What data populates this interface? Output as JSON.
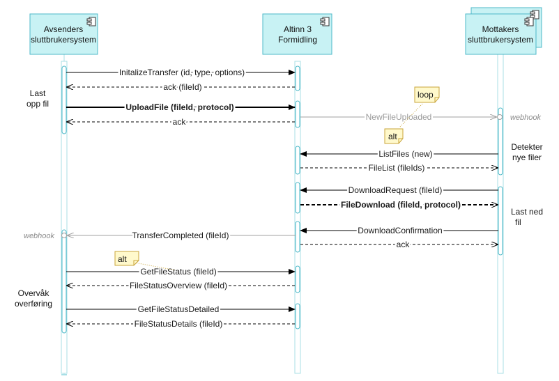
{
  "participants": {
    "sender": {
      "line1": "Avsenders",
      "line2": "sluttbrukersystem"
    },
    "broker": {
      "line1": "Altinn 3",
      "line2": "Formidling"
    },
    "receiver": {
      "line1": "Mottakers",
      "line2": "sluttbrukersystem"
    }
  },
  "colors": {
    "participant_fill": "#c8f2f4",
    "participant_stroke": "#4db8c8",
    "lifeline": "#a8dfe6",
    "note_fill": "#fff9cc",
    "note_stroke": "#c8a43a",
    "grey_message": "#a0a0a0"
  },
  "messages": [
    {
      "label": "InitalizeTransfer (id, type, options)"
    },
    {
      "label": "ack (fileId)"
    },
    {
      "label": "UploadFile (fileId, protocol)"
    },
    {
      "label": "ack"
    },
    {
      "label": "NewFileUploaded"
    },
    {
      "label": "ListFiles (new)"
    },
    {
      "label": "FileList (fileIds)"
    },
    {
      "label": "DownloadRequest (fileId)"
    },
    {
      "label": "FileDownload (fileId, protocol)"
    },
    {
      "label": "DownloadConfirmation"
    },
    {
      "label": "ack"
    },
    {
      "label": "TransferCompleted (fileId)"
    },
    {
      "label": "GetFileStatus (fileId)"
    },
    {
      "label": "FileStatusOverview (fileId)"
    },
    {
      "label": "GetFileStatusDetailed"
    },
    {
      "label": "FileStatusDetails (fileId)"
    }
  ],
  "side_labels": {
    "upload": {
      "line1": "Last",
      "line2": "opp fil"
    },
    "detect": {
      "line1": "Detekter",
      "line2": "nye filer"
    },
    "download": {
      "line1": "Last ned",
      "line2": "fil"
    },
    "monitor": {
      "line1": "Overvåk",
      "line2": "overføring"
    }
  },
  "webhooks": {
    "receiver": "webhook",
    "sender": "webhook"
  },
  "notes": {
    "loop": "loop",
    "alt1": "alt",
    "alt2": "alt"
  }
}
